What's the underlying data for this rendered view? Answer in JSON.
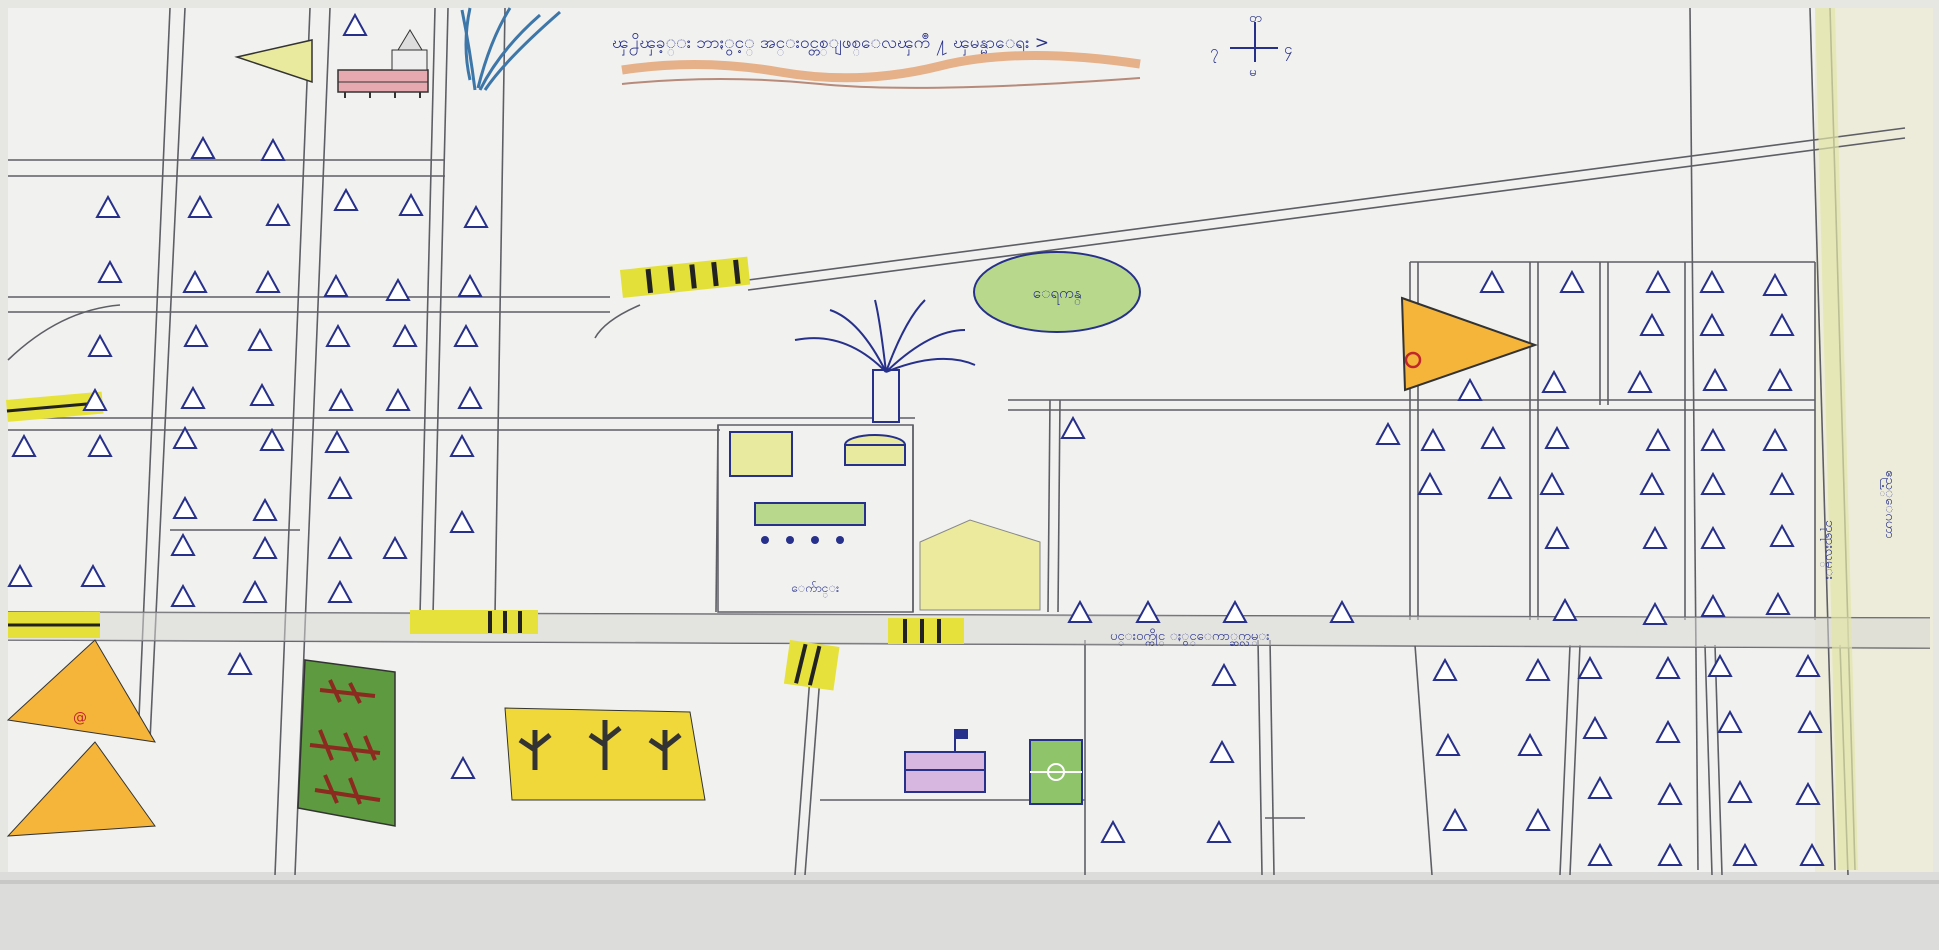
{
  "map": {
    "title": "ၾ႕ိၾခ့္း ဘာႏွင့္ အင္းဝင္တစ္ျဖစ္ေလၾကဳ ႔ ၾမန္မာေရး >",
    "compass": {
      "north": "တ",
      "south": "မ",
      "east": "၄",
      "west": "၇"
    },
    "landmarks": {
      "pond_label": "ေရကန္",
      "monastery_label": "ေက်ာင္း",
      "main_road_label": "ပင္းဝက္ကိုင္ ႏွင္ေကာ္ဆက္လမ္း",
      "east_road_label": "ဘုရားလမ္း",
      "lodge_label": "ဧည့္ေဂဟာ"
    }
  }
}
